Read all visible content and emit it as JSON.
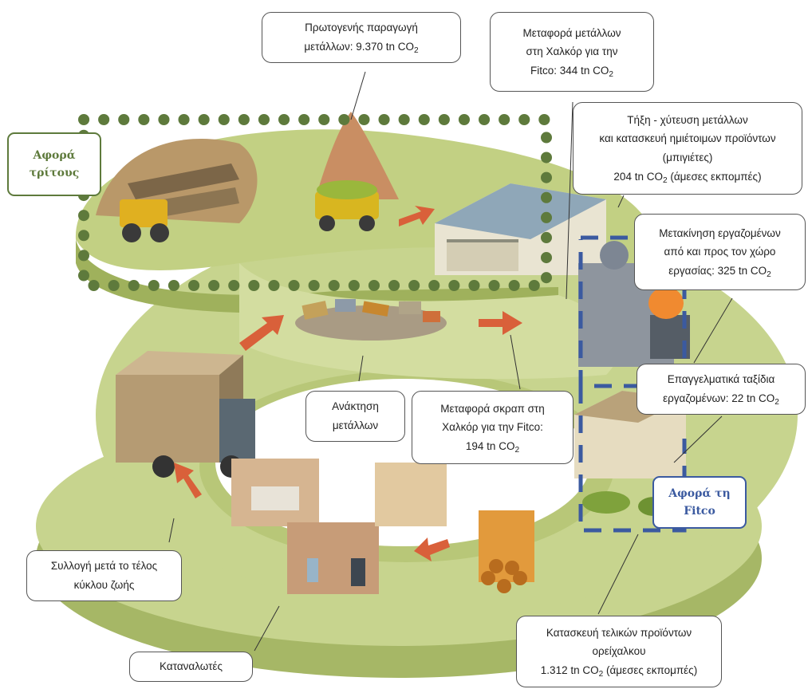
{
  "labels": {
    "primary_production": {
      "line1": "Πρωτογενής παραγωγή",
      "line2": "μετάλλων: 9.370 tn CO",
      "sub": "2"
    },
    "metal_transport": {
      "line1": "Μεταφορά μετάλλων",
      "line2": "στη Χαλκόρ για την",
      "line3": "Fitco: 344 tn CO",
      "sub": "2"
    },
    "melting_casting": {
      "line1": "Τήξη - χύτευση μετάλλων",
      "line2": "και κατασκευή ημιέτοιμων προϊόντων",
      "line3": "(μπιγιέτες)",
      "line4_pre": "204 tn CO",
      "sub": "2",
      "line4_post": " (άμεσες εκπομπές)"
    },
    "employee_commute": {
      "line1": "Μετακίνηση εργαζομένων",
      "line2": "από και προς τον χώρο",
      "line3": "εργασίας: 325 tn CO",
      "sub": "2"
    },
    "business_travel": {
      "line1": "Επαγγελματικά ταξίδια",
      "line2": "εργαζομένων: 22 tn CO",
      "sub": "2"
    },
    "metal_recovery": {
      "line1": "Ανάκτηση",
      "line2": "μετάλλων"
    },
    "scrap_transport": {
      "line1": "Μεταφορά σκραπ στη",
      "line2": "Χαλκόρ για την Fitco:",
      "line3": "194 tn CO",
      "sub": "2"
    },
    "end_of_life": {
      "line1": "Συλλογή μετά το τέλος",
      "line2": "κύκλου ζωής"
    },
    "consumers": {
      "line1": "Καταναλωτές"
    },
    "final_products": {
      "line1": "Κατασκευή τελικών προϊόντων",
      "line2": "ορείχαλκου",
      "line3_pre": "1.312 tn CO",
      "sub": "2",
      "line3_post": " (άμεσες εκπομπές)"
    }
  },
  "tags": {
    "third_parties": {
      "line1": "Αφορά",
      "line2": "τρίτους"
    },
    "fitco": {
      "line1": "Αφορά τη",
      "line2": "Fitco"
    }
  },
  "colors": {
    "third_parties": "#5e7a3c",
    "fitco": "#3b5aa0",
    "track": "#bccb7c",
    "arrows": "#d9603a"
  }
}
